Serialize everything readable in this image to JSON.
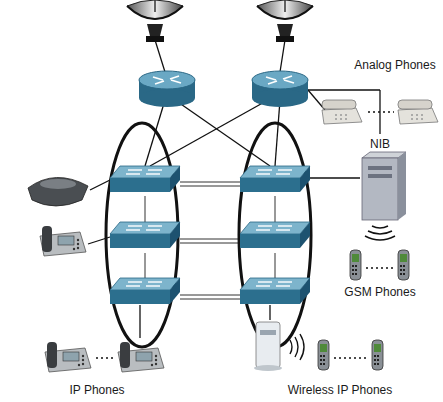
{
  "diagram": {
    "labels": [
      "Analog Phones",
      "NIB",
      "GSM Phones",
      "IP Phones",
      "Wireless IP Phones"
    ]
  }
}
